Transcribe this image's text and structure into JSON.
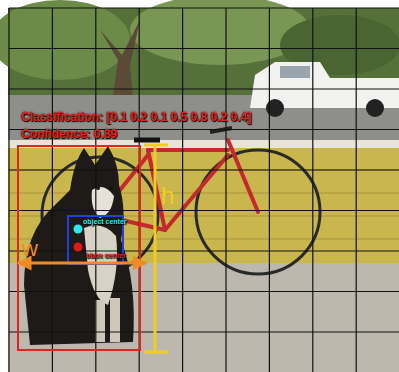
{
  "diagram": {
    "nodes": [
      {
        "text": [
          "Classification: [0.1 0.2 0.1 0.5 0.8 0.2 0.4]",
          "Confidence: 0.89"
        ]
      },
      {
        "text": [
          "object center",
          "bbox center"
        ],
        "in": 0
      }
    ],
    "labels": [
      "w",
      "h"
    ]
  }
}
